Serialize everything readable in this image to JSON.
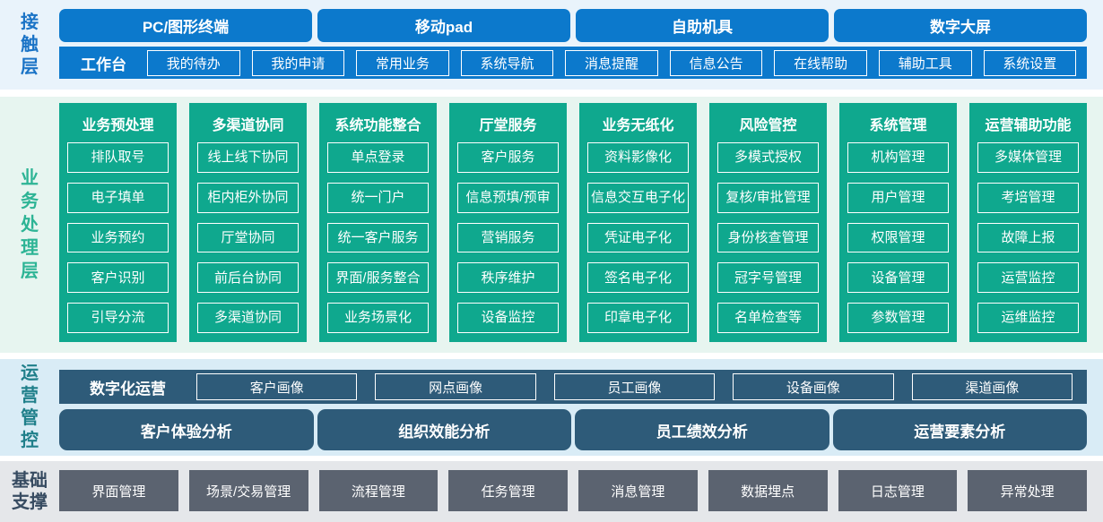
{
  "colors": {
    "accent_blue": "#0c79cc",
    "light_blue_bg": "#e9f3fb",
    "teal_green": "#0fa88e",
    "light_green_bg": "#e7f5f0",
    "dark_slate_blue": "#2e5b79",
    "light_blue_bg2": "#d9ecf6",
    "slate_gray": "#5b6370",
    "light_gray_bg": "#e5e7ea"
  },
  "contact": {
    "label": "接触层",
    "terminals": [
      "PC/图形终端",
      "移动pad",
      "自助机具",
      "数字大屏"
    ],
    "workbench": {
      "label": "工作台",
      "items": [
        "我的待办",
        "我的申请",
        "常用业务",
        "系统导航",
        "消息提醒",
        "信息公告",
        "在线帮助",
        "辅助工具",
        "系统设置"
      ]
    }
  },
  "business": {
    "label": "业务处理层",
    "columns": [
      {
        "title": "业务预处理",
        "items": [
          "排队取号",
          "电子填单",
          "业务预约",
          "客户识别",
          "引导分流"
        ]
      },
      {
        "title": "多渠道协同",
        "items": [
          "线上线下协同",
          "柜内柜外协同",
          "厅堂协同",
          "前后台协同",
          "多渠道协同"
        ]
      },
      {
        "title": "系统功能整合",
        "items": [
          "单点登录",
          "统一门户",
          "统一客户服务",
          "界面/服务整合",
          "业务场景化"
        ]
      },
      {
        "title": "厅堂服务",
        "items": [
          "客户服务",
          "信息预填/预审",
          "营销服务",
          "秩序维护",
          "设备监控"
        ]
      },
      {
        "title": "业务无纸化",
        "items": [
          "资料影像化",
          "信息交互电子化",
          "凭证电子化",
          "签名电子化",
          "印章电子化"
        ]
      },
      {
        "title": "风险管控",
        "items": [
          "多模式授权",
          "复核/审批管理",
          "身份核查管理",
          "冠字号管理",
          "名单检查等"
        ]
      },
      {
        "title": "系统管理",
        "items": [
          "机构管理",
          "用户管理",
          "权限管理",
          "设备管理",
          "参数管理"
        ]
      },
      {
        "title": "运营辅助功能",
        "items": [
          "多媒体管理",
          "考培管理",
          "故障上报",
          "运营监控",
          "运维监控"
        ]
      }
    ]
  },
  "operations": {
    "label": "运营管控",
    "digital": {
      "label": "数字化运营",
      "items": [
        "客户画像",
        "网点画像",
        "员工画像",
        "设备画像",
        "渠道画像"
      ]
    },
    "analysis": [
      "客户体验分析",
      "组织效能分析",
      "员工绩效分析",
      "运营要素分析"
    ]
  },
  "foundation": {
    "label": "基础支撑",
    "items": [
      "界面管理",
      "场景/交易管理",
      "流程管理",
      "任务管理",
      "消息管理",
      "数据埋点",
      "日志管理",
      "异常处理"
    ]
  }
}
